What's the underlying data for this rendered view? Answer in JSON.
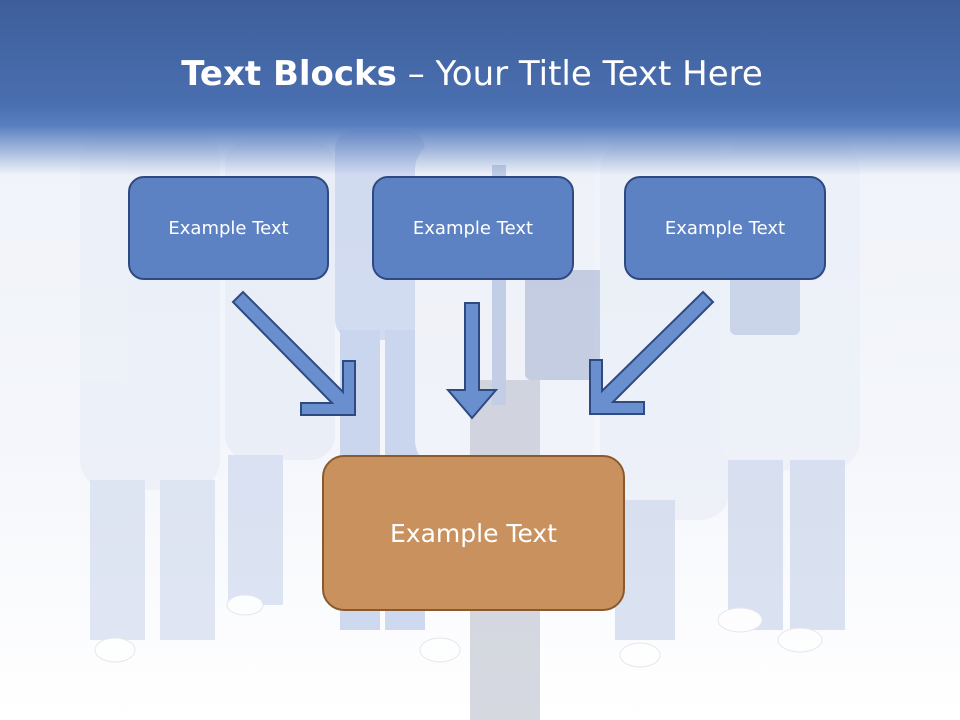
{
  "slide": {
    "title_bold": "Text Blocks",
    "title_separator": " – ",
    "title_rest": "Your Title Text Here"
  },
  "blocks": [
    {
      "label": "Example Text"
    },
    {
      "label": "Example Text"
    },
    {
      "label": "Example Text"
    }
  ],
  "result_block": {
    "label": "Example Text"
  },
  "colors": {
    "header_blue": "#4a6fb0",
    "block_blue": "#5d82c4",
    "block_border": "#2e4a80",
    "result_orange": "#c9915e",
    "arrow_fill": "#6a8fcf"
  },
  "background_image": "medical-staff-group-photo"
}
